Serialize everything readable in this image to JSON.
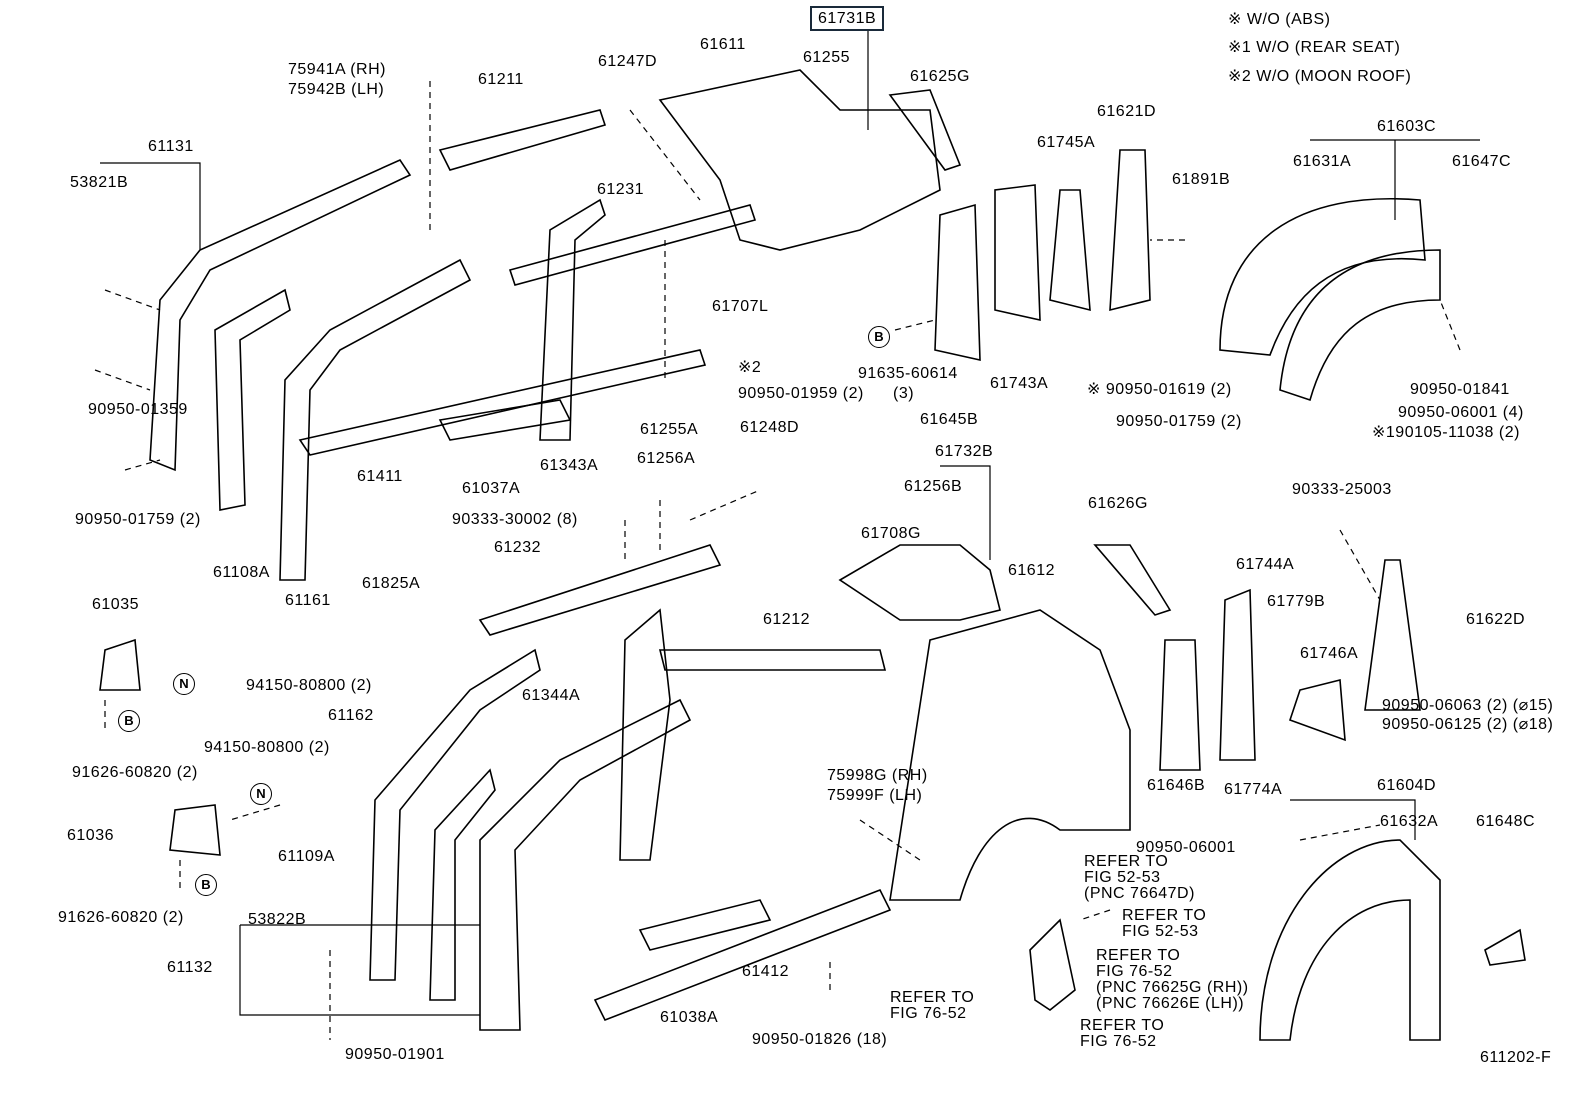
{
  "diagram": {
    "figure_id": "611202-F",
    "highlighted_part": "61731B",
    "legend": [
      "※ W/O (ABS)",
      "※1 W/O (REAR SEAT)",
      "※2 W/O (MOON ROOF)"
    ],
    "labels": [
      "61611",
      "61255",
      "61247D",
      "75941A (RH)",
      "75942B (LH)",
      "61211",
      "61625G",
      "61621D",
      "61603C",
      "61745A",
      "61131",
      "61631A",
      "61647C",
      "53821B",
      "61891B",
      "61231",
      "61707L",
      "※2",
      "90950-01959 (2)",
      "91635-60614",
      "(3)",
      "61645B",
      "61743A",
      "※ 90950-01619 (2)",
      "90950-01841",
      "90950-06001 (4)",
      "90950-01759 (2)",
      "※190105-11038 (2)",
      "90950-01359",
      "61411",
      "61037A",
      "61343A",
      "61255A",
      "61248D",
      "61256A",
      "61732B",
      "61256B",
      "90950-01759 (2)",
      "61108A",
      "61161",
      "90333-30002 (8)",
      "61232",
      "61708G",
      "61626G",
      "90333-25003",
      "61612",
      "61744A",
      "61779B",
      "61825A",
      "61035",
      "61212",
      "61622D",
      "61746A",
      "94150-80800 (2)",
      "61162",
      "61344A",
      "90950-06063 (2) (⌀15)",
      "90950-06125 (2) (⌀18)",
      "94150-80800 (2)",
      "75998G (RH)",
      "75999F (LH)",
      "91626-60820 (2)",
      "61646B",
      "61774A",
      "61604D",
      "61036",
      "61109A",
      "90950-06001",
      "61632A",
      "61648C",
      "REFER TO\nFIG 52-53\n(PNC 76647D)",
      "REFER TO\nFIG 52-53",
      "61132",
      "53822B",
      "91626-60820 (2)",
      "REFER TO\nFIG 76-52\n(PNC 76625G (RH))\n(PNC 76626E (LH))",
      "61412",
      "REFER TO\nFIG 76-52",
      "61038A",
      "REFER TO\nFIG 76-52",
      "90950-01826 (18)",
      "90950-01901"
    ],
    "circled_markers": [
      "B",
      "N",
      "B",
      "N",
      "B"
    ]
  }
}
